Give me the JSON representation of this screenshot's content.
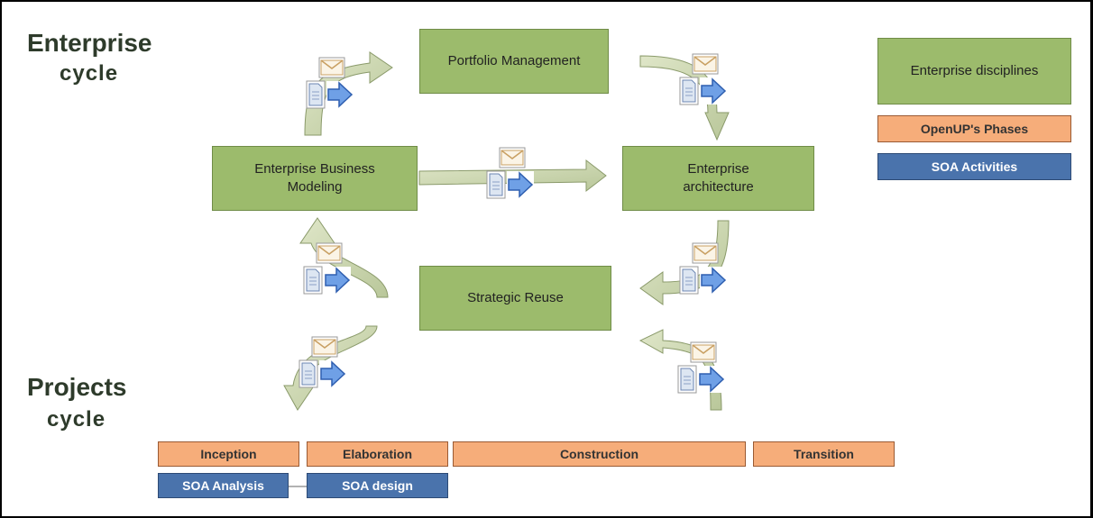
{
  "enterprise_cycle": {
    "line1": "Enterprise",
    "line2": "cycle"
  },
  "projects_cycle": {
    "line1": "Projects",
    "line2": "cycle"
  },
  "boxes": {
    "portfolio": "Portfolio Management",
    "business_modeling": "Enterprise Business\nModeling",
    "architecture": "Enterprise\narchitecture",
    "strategic_reuse": "Strategic Reuse"
  },
  "legend": {
    "disciplines": "Enterprise disciplines",
    "phases": "OpenUP's Phases",
    "soa": "SOA Activities"
  },
  "phases": [
    "Inception",
    "Elaboration",
    "Construction",
    "Transition"
  ],
  "soa_activities": [
    "SOA Analysis",
    "SOA design"
  ],
  "colors": {
    "discipline": "#9cbb6c",
    "phase": "#f6ad7a",
    "soa": "#4a73ac",
    "arrow": "#c9d3ad"
  },
  "icons": [
    "envelope-icon",
    "document-icon",
    "forward-arrow-icon"
  ]
}
